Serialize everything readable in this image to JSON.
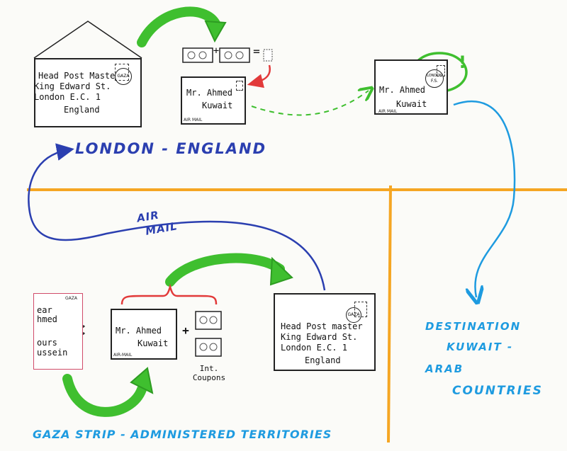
{
  "colors": {
    "green": "#3fbf2f",
    "orange": "#f5a623",
    "blue": "#2b3fb0",
    "lightblue": "#1e9be0",
    "red": "#e23a3a",
    "ink": "#222222"
  },
  "envelope_london_top": {
    "line1": "Head Post Master",
    "line2": "King Edward St.",
    "line3": "London E.C. 1",
    "line4": "England",
    "stamp": "GAZA"
  },
  "envelope_ahmed_top": {
    "name": "Mr. Ahmed",
    "city": "Kuwait",
    "airmail": "AIR MAIL"
  },
  "envelope_ahmed_right": {
    "name": "Mr. Ahmed",
    "city": "Kuwait",
    "airmail": "AIR MAIL",
    "stamp_line1": "LONDON",
    "stamp_line2": "F.S.",
    "exclaim": "!"
  },
  "equation": {
    "plus": "+",
    "equals": "="
  },
  "label_london": "LONDON - ENGLAND",
  "label_airmail_line1": "AIR",
  "label_airmail_line2": "MAIL",
  "letter": {
    "stamp": "GAZA",
    "line1": "ear",
    "line2": "hmed",
    "line3": "ours",
    "line4": "ussein"
  },
  "envelope_ahmed_bottom": {
    "name": "Mr. Ahmed",
    "city": "Kuwait",
    "airmail": "AIR-MAIL",
    "plus": "+"
  },
  "coupons_label_line1": "Int.",
  "coupons_label_line2": "Coupons",
  "envelope_london_bottom": {
    "line1": "Head Post master",
    "line2": "King Edward St.",
    "line3": "London E.C. 1",
    "line4": "England",
    "stamp": "GAZA"
  },
  "destination": {
    "line1": "DESTINATION",
    "line2": "KUWAIT -",
    "line3": "ARAB",
    "line4": "COUNTRIES"
  },
  "label_gaza": "GAZA STRIP - ADMINISTERED TERRITORIES"
}
